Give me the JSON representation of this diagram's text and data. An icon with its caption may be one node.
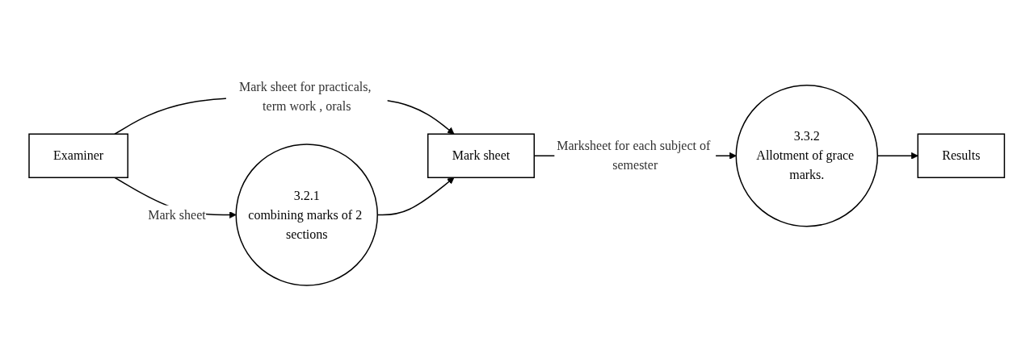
{
  "diagram": {
    "nodes": [
      {
        "text": [
          "Examiner"
        ]
      },
      {
        "text": [
          "3.2.1",
          "combining marks of 2 sections"
        ]
      },
      {
        "text": [
          "Mark sheet"
        ]
      },
      {
        "text": [
          "3.3.2",
          "Allotment of grace marks."
        ]
      },
      {
        "text": [
          "Results"
        ]
      }
    ],
    "edges": [
      {
        "from": 0,
        "to": 1,
        "arrow": "to",
        "label": "Mark sheet"
      },
      {
        "from": 0,
        "to": 2,
        "arrow": "to",
        "label": "Mark sheet for practicals, term work , orals"
      },
      {
        "from": 1,
        "to": 2,
        "arrow": "to"
      },
      {
        "from": 2,
        "to": 3,
        "arrow": "to",
        "label": "Marksheet for each subject of semester"
      },
      {
        "from": 3,
        "to": 4,
        "arrow": "to"
      }
    ]
  }
}
